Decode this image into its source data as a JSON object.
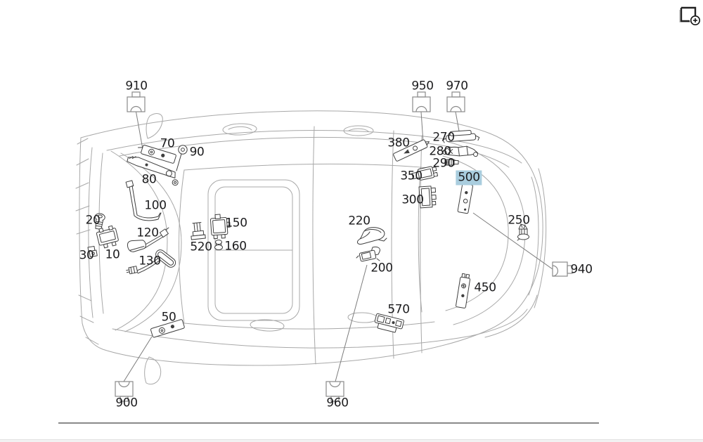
{
  "window": {
    "background": "#ffffff",
    "top_right_icon": "add-document-icon"
  },
  "colors": {
    "highlight_bg": "#a9cdde",
    "callout_text": "#1c1c1e",
    "car_line": "#a8a8a8",
    "part_line": "#3f3f3f",
    "leader_line": "#7d7d7d",
    "divider": "#8a8a8a",
    "bottom_strip": "#f2f2f2"
  },
  "diagram": {
    "selected_callout": "500",
    "callouts": {
      "c10": "10",
      "c20": "20",
      "c30": "30",
      "c50": "50",
      "c70": "70",
      "c80": "80",
      "c90": "90",
      "c100": "100",
      "c120": "120",
      "c130": "130",
      "c150": "150",
      "c160": "160",
      "c200": "200",
      "c220": "220",
      "c250": "250",
      "c270": "270",
      "c280": "280",
      "c290": "290",
      "c300": "300",
      "c350": "350",
      "c380": "380",
      "c450": "450",
      "c500": "500",
      "c520": "520",
      "c570": "570",
      "c900": "900",
      "c910": "910",
      "c940": "940",
      "c950": "950",
      "c960": "960",
      "c970": "970"
    }
  }
}
